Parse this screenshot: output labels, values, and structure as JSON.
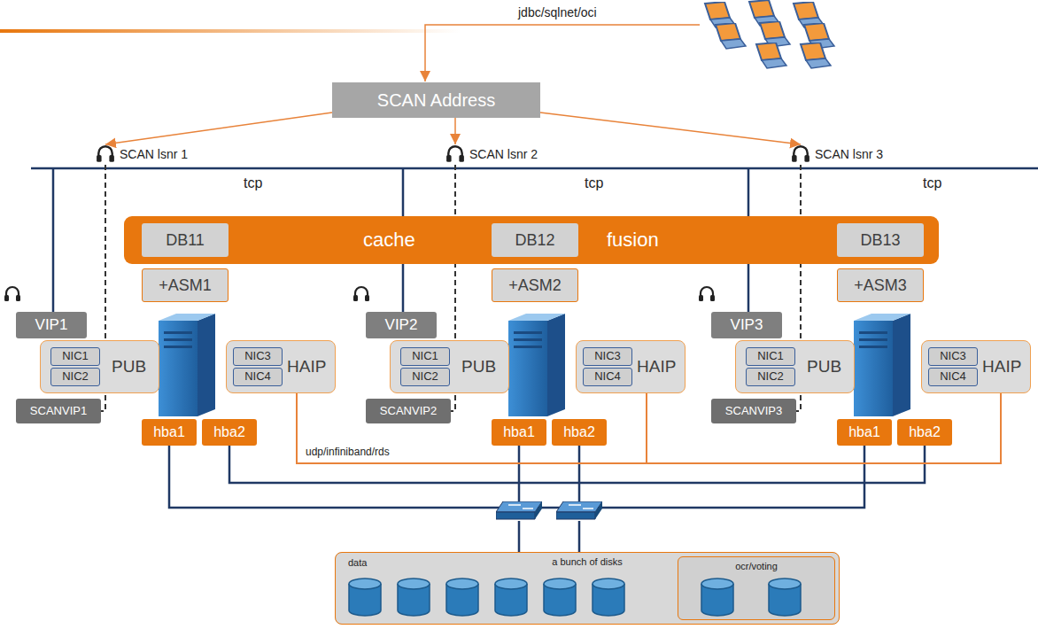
{
  "diagram": {
    "nodes": [
      {
        "text": [
          "SCAN Address"
        ]
      },
      {
        "text": [
          "SCAN lsnr 1"
        ]
      },
      {
        "text": [
          "SCAN lsnr 2"
        ]
      },
      {
        "text": [
          "SCAN lsnr 3"
        ]
      },
      {
        "text": [
          "cache",
          "fusion"
        ]
      },
      {
        "text": [
          "DB11"
        ],
        "in": 4
      },
      {
        "text": [
          "DB12"
        ],
        "in": 4
      },
      {
        "text": [
          "DB13"
        ],
        "in": 4
      },
      {
        "text": [
          "+ASM1"
        ]
      },
      {
        "text": [
          "VIP1"
        ]
      },
      {
        "text": [
          "PUB"
        ]
      },
      {
        "text": [
          "NIC1"
        ],
        "in": 10
      },
      {
        "text": [
          "NIC2"
        ],
        "in": 10
      },
      {
        "text": [
          "HAIP"
        ]
      },
      {
        "text": [
          "NIC3"
        ],
        "in": 13
      },
      {
        "text": [
          "NIC4"
        ],
        "in": 13
      },
      {
        "text": [
          "SCANVIP1"
        ]
      },
      {
        "text": [
          "hba1"
        ]
      },
      {
        "text": [
          "hba2"
        ]
      },
      {
        "text": [
          "+ASM2"
        ]
      },
      {
        "text": [
          "VIP2"
        ]
      },
      {
        "text": [
          "PUB"
        ]
      },
      {
        "text": [
          "NIC1"
        ],
        "in": 21
      },
      {
        "text": [
          "NIC2"
        ],
        "in": 21
      },
      {
        "text": [
          "HAIP"
        ]
      },
      {
        "text": [
          "NIC3"
        ],
        "in": 24
      },
      {
        "text": [
          "NIC4"
        ],
        "in": 24
      },
      {
        "text": [
          "SCANVIP2"
        ]
      },
      {
        "text": [
          "hba1"
        ]
      },
      {
        "text": [
          "hba2"
        ]
      },
      {
        "text": [
          "+ASM3"
        ]
      },
      {
        "text": [
          "VIP3"
        ]
      },
      {
        "text": [
          "PUB"
        ]
      },
      {
        "text": [
          "NIC1"
        ],
        "in": 32
      },
      {
        "text": [
          "NIC2"
        ],
        "in": 32
      },
      {
        "text": [
          "HAIP"
        ]
      },
      {
        "text": [
          "NIC3"
        ],
        "in": 35
      },
      {
        "text": [
          "NIC4"
        ],
        "in": 35
      },
      {
        "text": [
          "SCANVIP3"
        ]
      },
      {
        "text": [
          "hba1"
        ]
      },
      {
        "text": [
          "hba2"
        ]
      },
      {
        "text": [
          "data",
          "a bunch of disks"
        ]
      },
      {
        "text": [
          "ocr/voting"
        ],
        "in": 41
      }
    ],
    "edges": [
      {
        "from": 0,
        "to": 1,
        "arrow": "to"
      },
      {
        "from": 0,
        "to": 2,
        "arrow": "to"
      },
      {
        "from": 0,
        "to": 3,
        "arrow": "to"
      },
      {
        "from": 1,
        "to": 16,
        "arrow": "none"
      },
      {
        "from": 2,
        "to": 27,
        "arrow": "none"
      },
      {
        "from": 3,
        "to": 38,
        "arrow": "none"
      },
      {
        "from": 13,
        "to": 24,
        "label": "udp/infiniband/rds",
        "arrow": "none"
      },
      {
        "from": 24,
        "to": 35,
        "arrow": "none"
      }
    ],
    "labels": [
      "jdbc/sqlnet/oci",
      "tcp",
      "tcp",
      "tcp"
    ]
  }
}
